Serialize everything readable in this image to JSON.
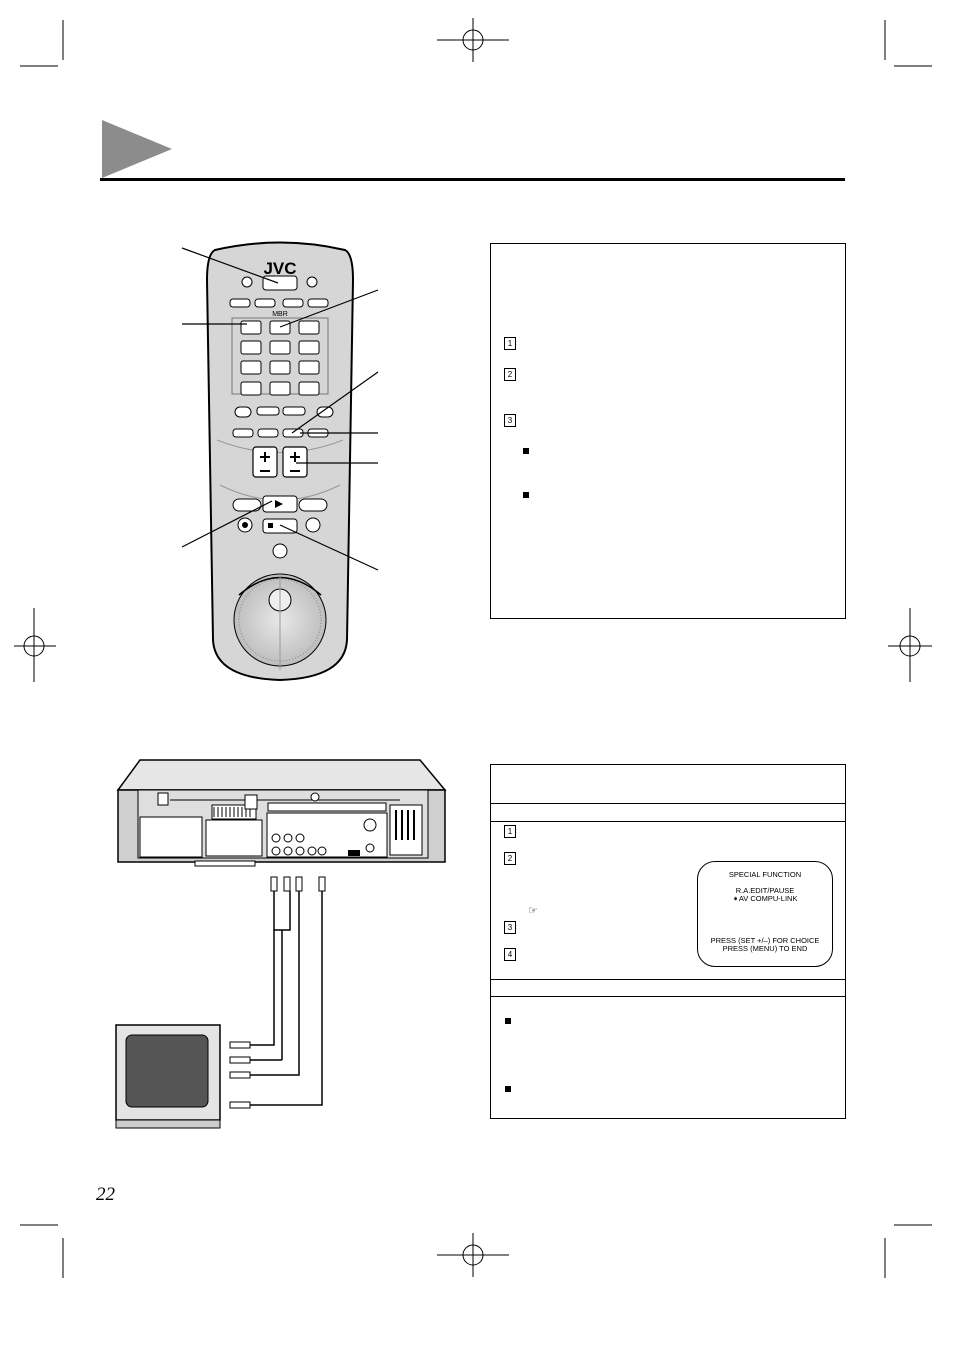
{
  "page": {
    "number": "22"
  },
  "remote": {
    "brand": "JVC",
    "mbr_label": "MBR"
  },
  "box_top": {
    "steps": [
      "1",
      "2",
      "3"
    ]
  },
  "box_bottom": {
    "steps": [
      "1",
      "2",
      "3",
      "4"
    ]
  },
  "osd": {
    "line1": "SPECIAL FUNCTION",
    "line2": "R.A.EDIT/PAUSE",
    "line3": "AV COMPU-LINK",
    "line4": "PRESS (SET +/–) FOR CHOICE",
    "line5": "PRESS (MENU) TO END"
  },
  "colors": {
    "heading_triangle": "#8c8c8c",
    "remote_body": "#d6d6d6",
    "tv_screen": "#555555"
  }
}
